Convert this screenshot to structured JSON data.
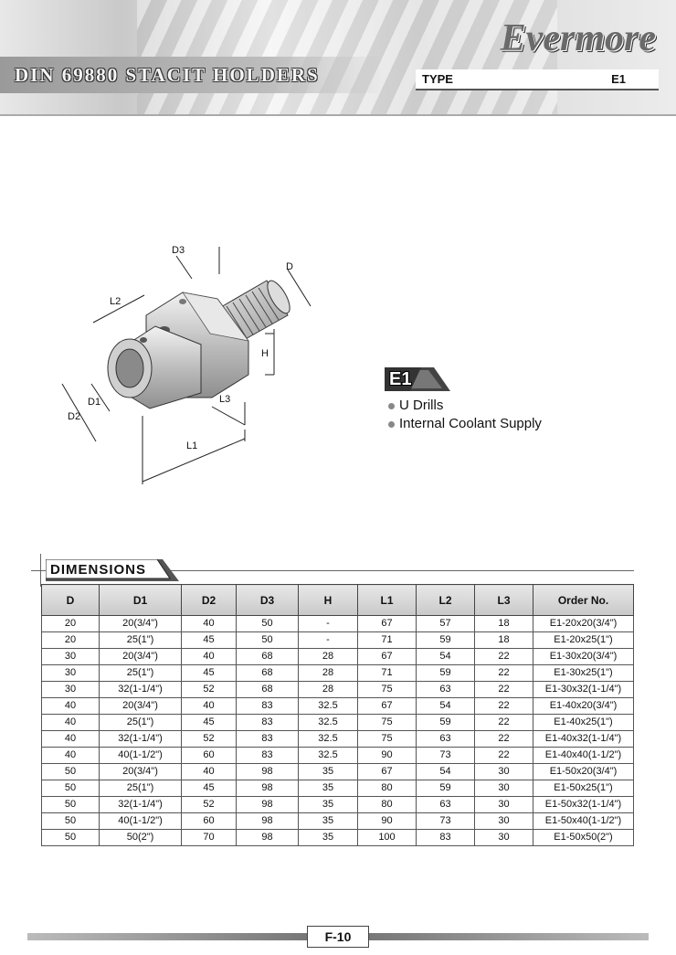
{
  "header": {
    "title": "DIN 69880 STACIT HOLDERS",
    "brand": "Evermore",
    "type_label": "TYPE",
    "type_value": "E1"
  },
  "drawing": {
    "labels": {
      "d3": "D3",
      "d": "D",
      "l2": "L2",
      "h": "H",
      "d1": "D1",
      "d2": "D2",
      "l3": "L3",
      "l1": "L1"
    }
  },
  "product": {
    "tag": "E1",
    "features": [
      "U Drills",
      "Internal Coolant Supply"
    ]
  },
  "dimensions": {
    "section_title": "DIMENSIONS",
    "columns": [
      "D",
      "D1",
      "D2",
      "D3",
      "H",
      "L1",
      "L2",
      "L3",
      "Order No."
    ],
    "rows": [
      [
        "20",
        "20(3/4\")",
        "40",
        "50",
        "-",
        "67",
        "57",
        "18",
        "E1-20x20(3/4\")"
      ],
      [
        "20",
        "25(1\")",
        "45",
        "50",
        "-",
        "71",
        "59",
        "18",
        "E1-20x25(1\")"
      ],
      [
        "30",
        "20(3/4\")",
        "40",
        "68",
        "28",
        "67",
        "54",
        "22",
        "E1-30x20(3/4\")"
      ],
      [
        "30",
        "25(1\")",
        "45",
        "68",
        "28",
        "71",
        "59",
        "22",
        "E1-30x25(1\")"
      ],
      [
        "30",
        "32(1-1/4\")",
        "52",
        "68",
        "28",
        "75",
        "63",
        "22",
        "E1-30x32(1-1/4\")"
      ],
      [
        "40",
        "20(3/4\")",
        "40",
        "83",
        "32.5",
        "67",
        "54",
        "22",
        "E1-40x20(3/4\")"
      ],
      [
        "40",
        "25(1\")",
        "45",
        "83",
        "32.5",
        "75",
        "59",
        "22",
        "E1-40x25(1\")"
      ],
      [
        "40",
        "32(1-1/4\")",
        "52",
        "83",
        "32.5",
        "75",
        "63",
        "22",
        "E1-40x32(1-1/4\")"
      ],
      [
        "40",
        "40(1-1/2\")",
        "60",
        "83",
        "32.5",
        "90",
        "73",
        "22",
        "E1-40x40(1-1/2\")"
      ],
      [
        "50",
        "20(3/4\")",
        "40",
        "98",
        "35",
        "67",
        "54",
        "30",
        "E1-50x20(3/4\")"
      ],
      [
        "50",
        "25(1\")",
        "45",
        "98",
        "35",
        "80",
        "59",
        "30",
        "E1-50x25(1\")"
      ],
      [
        "50",
        "32(1-1/4\")",
        "52",
        "98",
        "35",
        "80",
        "63",
        "30",
        "E1-50x32(1-1/4\")"
      ],
      [
        "50",
        "40(1-1/2\")",
        "60",
        "98",
        "35",
        "90",
        "73",
        "30",
        "E1-50x40(1-1/2\")"
      ],
      [
        "50",
        "50(2\")",
        "70",
        "98",
        "35",
        "100",
        "83",
        "30",
        "E1-50x50(2\")"
      ]
    ]
  },
  "footer": {
    "page": "F-10"
  }
}
